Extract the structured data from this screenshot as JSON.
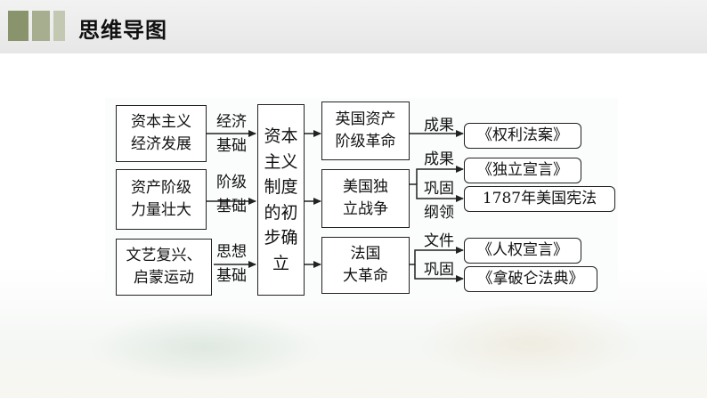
{
  "header": {
    "title": "思维导图"
  },
  "diagram": {
    "left_boxes": [
      {
        "text": "资本主义\n经济发展"
      },
      {
        "text": "资产阶级\n力量壮大"
      },
      {
        "text": "文艺复兴、\n启蒙运动"
      }
    ],
    "left_edge_labels": [
      {
        "text": "经济\n基础"
      },
      {
        "text": "阶级\n基础"
      },
      {
        "text": "思想\n基础"
      }
    ],
    "center": {
      "text": "资本\n主义\n制度\n的初\n步确\n立"
    },
    "events": [
      {
        "text": "英国资产\n阶级革命"
      },
      {
        "text": "美国独\n立战争"
      },
      {
        "text": "法国\n大革命"
      }
    ],
    "edge_labels": [
      {
        "text": "成果"
      },
      {
        "text": "成果"
      },
      {
        "text": "巩固\n纲领"
      },
      {
        "text": "文件"
      },
      {
        "text": "巩固"
      }
    ],
    "results": [
      {
        "text": "《权利法案》"
      },
      {
        "text": "《独立宣言》"
      },
      {
        "text": "1787年美国宪法"
      },
      {
        "text": "《人权宣言》"
      },
      {
        "text": "《拿破仑法典》"
      }
    ]
  }
}
